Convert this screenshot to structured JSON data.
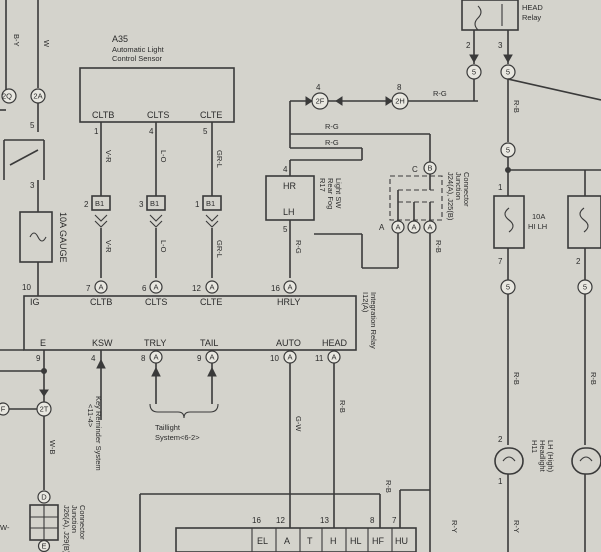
{
  "components": {
    "a35": {
      "code": "A35",
      "name_line1": "Automatic Light",
      "name_line2": "Control Sensor",
      "terminals": [
        "CLTB",
        "CLTS",
        "CLTE"
      ],
      "pins": [
        "1",
        "4",
        "5"
      ]
    },
    "head_relay": {
      "name_line1": "HEAD",
      "name_line2": "Relay",
      "pins": [
        "2",
        "3"
      ]
    },
    "r17": {
      "code": "R17",
      "name_line1": "Rear Fog",
      "name_line2": "Light SW",
      "terminals": [
        "HR",
        "LH"
      ],
      "pins": [
        "4",
        "5"
      ]
    },
    "j24": {
      "code": "J24(A), J25(B)",
      "name_line1": "Junction",
      "name_line2": "Connector",
      "pins": [
        "C",
        "B",
        "A",
        "A",
        "A"
      ]
    },
    "i12": {
      "code": "I12(A)",
      "name": "Integration Relay",
      "top_terminals": [
        {
          "pin": "10",
          "label": "IG"
        },
        {
          "pin": "7",
          "label": "CLTB"
        },
        {
          "pin": "6",
          "label": "CLTS"
        },
        {
          "pin": "12",
          "label": "CLTE"
        },
        {
          "pin": "16",
          "label": "HRLY"
        }
      ],
      "bottom_terminals": [
        {
          "pin": "9",
          "label": "E"
        },
        {
          "pin": "4",
          "label": "KSW"
        },
        {
          "pin": "8",
          "label": "TRLY"
        },
        {
          "pin": "9",
          "label": "TAIL"
        },
        {
          "pin": "10",
          "label": "AUTO"
        },
        {
          "pin": "11",
          "label": "HEAD"
        }
      ]
    },
    "gauge_fuse": {
      "name": "10A GAUGE",
      "pins": [
        "5",
        "3"
      ]
    },
    "hi_lh_fuse": {
      "name_line1": "10A",
      "name_line2": "HI LH",
      "pins": [
        "1",
        "7"
      ]
    },
    "h11": {
      "code": "H11",
      "name_line1": "Headlight",
      "name_line2": "LH (High)",
      "pins": [
        "2",
        "1"
      ]
    },
    "j26": {
      "code": "J26(A), J29(B)",
      "name_line1": "Junction",
      "name_line2": "Connector"
    },
    "bottom_connector": {
      "pins": [
        "16",
        "12",
        "13",
        "8",
        "7"
      ],
      "terminals": [
        "EL",
        "A",
        "T",
        "H",
        "HL",
        "HF",
        "HU"
      ]
    }
  },
  "connectors": {
    "c2q": "2Q",
    "c2a": "2A",
    "c2f": "2F",
    "c2h": "2H",
    "c2t": "2T",
    "c5": "5",
    "c8": "8",
    "c1": "1",
    "top_pin_b4": "4",
    "top_pin_b8": "8",
    "cnA": "A",
    "cnB": "B",
    "cnD": "D",
    "cnE": "E",
    "cnF": "F",
    "cnC": "C",
    "b81": "B1",
    "p2": "2",
    "p3": "3",
    "p1": "1",
    "p10": "10",
    "p2b": "2"
  },
  "wires": {
    "b_y": "B-Y",
    "w": "W",
    "v_r": "V-R",
    "l_o": "L-O",
    "gr_l": "GR-L",
    "r_g": "R-G",
    "r_b": "R-B",
    "g_w": "G-W",
    "w_b": "W-B",
    "r_y": "R-Y",
    "w_t": "W-"
  },
  "notes": {
    "key_reminder": "Key Reminder System",
    "key_ref": "<11-4>",
    "taillight": "Taillight",
    "taillight_ref": "System<6-2>"
  }
}
